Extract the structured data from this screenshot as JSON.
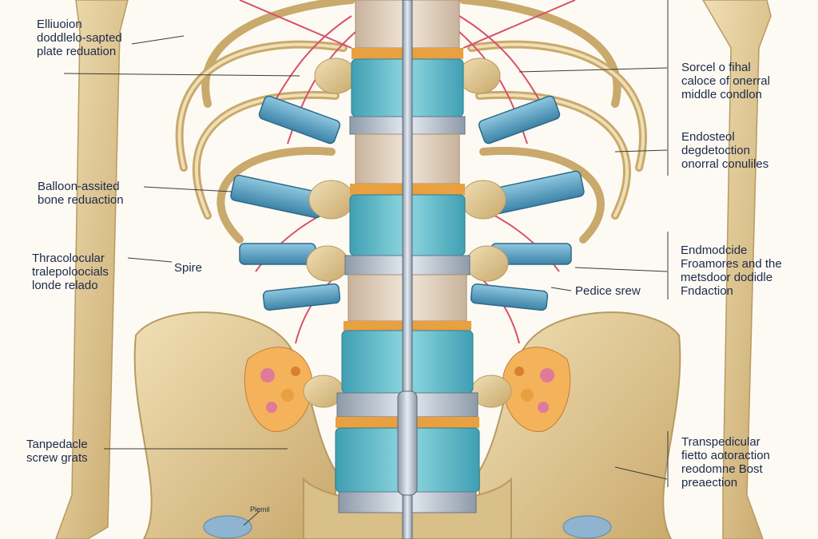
{
  "labels": {
    "top_left": [
      "Elliuoion",
      "doddlelo-sapted",
      "plate reduation"
    ],
    "balloon": [
      "Balloon-assited",
      "bone reduaction"
    ],
    "thoraco": [
      "Thracolocular",
      "tralepoloocials",
      "londe relado"
    ],
    "spine": [
      "Spire"
    ],
    "tanpedicle": [
      "Tanpedacle",
      "screw grats"
    ],
    "femur": [
      "Plemil"
    ],
    "right_top": [
      "Sorcel o fihal",
      "caloce of onerral",
      "middle condlon"
    ],
    "endosteal": [
      "Endosteol",
      "degdetoction",
      "onorral conuliles"
    ],
    "endomedic": [
      "Endmodcide",
      "Froamores and the",
      "metsdoor dodidle",
      "Fndaction"
    ],
    "pedicle_screw": [
      "Pedice srew"
    ],
    "transpedicular": [
      "Transpedicular",
      "fietto aotoraction",
      "reodomne Bost",
      "preaection"
    ]
  },
  "colors": {
    "bone": "#e3cc9a",
    "bone_shade": "#c9a96c",
    "disc": "#58b8c8",
    "vertebra": "#d8c8b4",
    "nerve": "#d8506a",
    "rod": "#7c8a9a",
    "leader": "#3a3a3a",
    "text": "#1c2a4a"
  }
}
